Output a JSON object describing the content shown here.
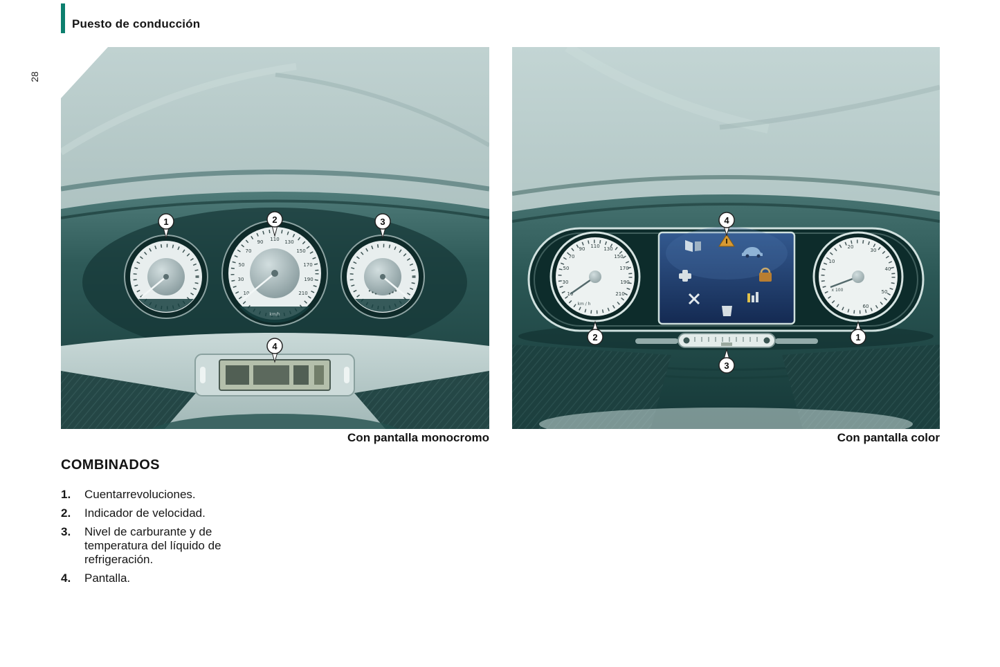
{
  "page": {
    "number": "28",
    "header_title": "Puesto de conducción"
  },
  "figures": {
    "left": {
      "caption": "Con pantalla monocromo",
      "callouts": {
        "c1": "1",
        "c2": "2",
        "c3": "3",
        "c4": "4"
      },
      "speedometer_labels": [
        "10",
        "30",
        "50",
        "70",
        "90",
        "110",
        "130",
        "150",
        "170",
        "190",
        "210"
      ],
      "speedometer_unit": "km/h"
    },
    "right": {
      "caption": "Con pantalla color",
      "callouts": {
        "c1": "1",
        "c2": "2",
        "c3": "3",
        "c4": "4"
      },
      "speedometer_labels": [
        "10",
        "30",
        "50",
        "70",
        "90",
        "110",
        "130",
        "150",
        "170",
        "190",
        "210"
      ],
      "speedometer_unit": "km / h",
      "tachometer_labels": [
        "10",
        "20",
        "30",
        "40",
        "50",
        "60"
      ],
      "tachometer_unit": "x 100"
    }
  },
  "section": {
    "title": "COMBINADOS",
    "items": [
      {
        "num": "1.",
        "text": "Cuentarrevoluciones."
      },
      {
        "num": "2.",
        "text": "Indicador de velocidad."
      },
      {
        "num": "3.",
        "text": "Nivel de carburante y de temperatura del líquido de refrigeración."
      },
      {
        "num": "4.",
        "text": "Pantalla."
      }
    ]
  },
  "colors": {
    "accent_teal": "#0d7f6e"
  }
}
